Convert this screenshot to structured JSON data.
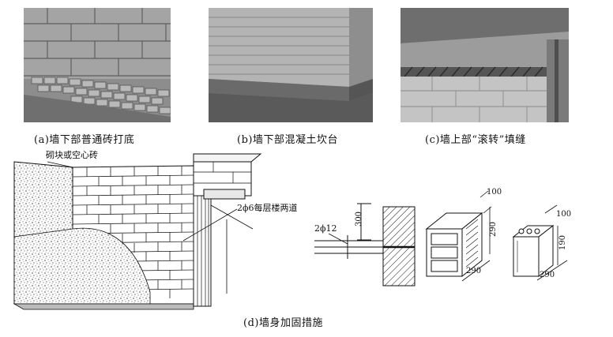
{
  "captions": {
    "a": "(a)墙下部普通砖打底",
    "b": "(b)墙下部混凝土坎台",
    "c": "(c)墙上部“滚转”填缝",
    "d": "(d)墙身加固措施"
  },
  "labels": {
    "block": "砌块或空心砖",
    "rebar_each_floor": "2ϕ6每层楼两道",
    "rebar_12": "2ϕ12",
    "dim_300": "300",
    "dim_100_a": "100",
    "dim_290_a_h": "290",
    "dim_290_a_w": "290",
    "dim_100_b": "100",
    "dim_190_b": "190",
    "dim_290_b_w": "290"
  }
}
